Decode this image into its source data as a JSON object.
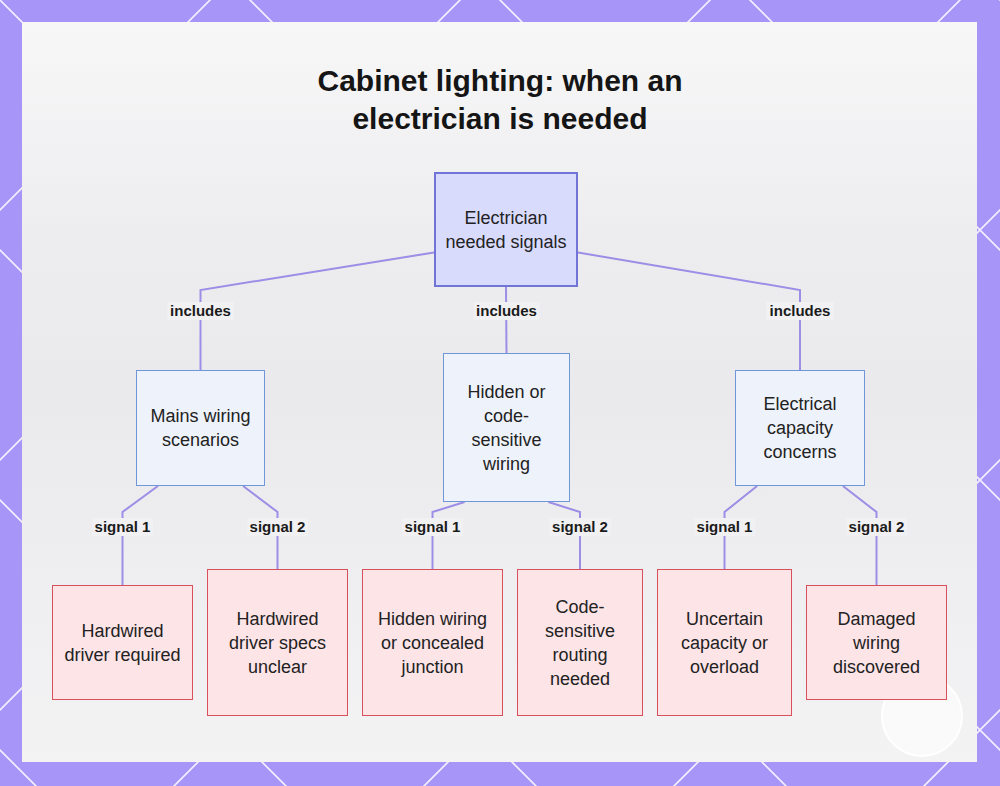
{
  "diagram": {
    "title": "Cabinet lighting: when an electrician is needed",
    "nodes": [
      {
        "text": [
          "Electrician needed signals"
        ]
      },
      {
        "text": [
          "Mains wiring scenarios"
        ]
      },
      {
        "text": [
          "Hidden or code-sensitive wiring"
        ]
      },
      {
        "text": [
          "Electrical capacity concerns"
        ]
      },
      {
        "text": [
          "Hardwired driver required"
        ]
      },
      {
        "text": [
          "Hardwired driver specs unclear"
        ]
      },
      {
        "text": [
          "Hidden wiring or concealed junction"
        ]
      },
      {
        "text": [
          "Code-sensitive routing needed"
        ]
      },
      {
        "text": [
          "Uncertain capacity or overload"
        ]
      },
      {
        "text": [
          "Damaged wiring discovered"
        ]
      }
    ],
    "edges": [
      {
        "from": 0,
        "to": 1,
        "label": "includes",
        "arrow": "none"
      },
      {
        "from": 0,
        "to": 2,
        "label": "includes",
        "arrow": "none"
      },
      {
        "from": 0,
        "to": 3,
        "label": "includes",
        "arrow": "none"
      },
      {
        "from": 1,
        "to": 4,
        "label": "signal 1",
        "arrow": "none"
      },
      {
        "from": 1,
        "to": 5,
        "label": "signal 2",
        "arrow": "none"
      },
      {
        "from": 2,
        "to": 6,
        "label": "signal 1",
        "arrow": "none"
      },
      {
        "from": 2,
        "to": 7,
        "label": "signal 2",
        "arrow": "none"
      },
      {
        "from": 3,
        "to": 8,
        "label": "signal 1",
        "arrow": "none"
      },
      {
        "from": 3,
        "to": 9,
        "label": "signal 2",
        "arrow": "none"
      }
    ]
  }
}
